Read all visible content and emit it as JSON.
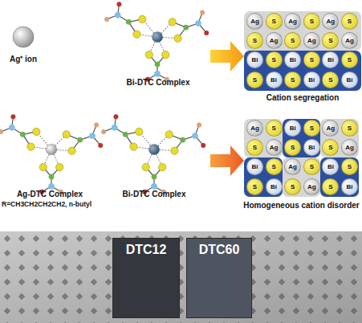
{
  "diagram": {
    "nodes": [
      {
        "text": [
          "Ag"
        ]
      },
      {
        "text": [
          "S"
        ]
      },
      {
        "text": [
          "Ag"
        ]
      },
      {
        "text": [
          "S"
        ]
      },
      {
        "text": [
          "Ag"
        ]
      },
      {
        "text": [
          "S"
        ]
      },
      {
        "text": [
          "S"
        ]
      },
      {
        "text": [
          "Ag"
        ]
      },
      {
        "text": [
          "S"
        ]
      },
      {
        "text": [
          "Ag"
        ]
      },
      {
        "text": [
          "S"
        ]
      },
      {
        "text": [
          "Ag"
        ]
      },
      {
        "text": [
          "Bi"
        ]
      },
      {
        "text": [
          "S"
        ]
      },
      {
        "text": [
          "Bi"
        ]
      },
      {
        "text": [
          "S"
        ]
      },
      {
        "text": [
          "Bi"
        ]
      },
      {
        "text": [
          "S"
        ]
      },
      {
        "text": [
          "S"
        ]
      },
      {
        "text": [
          "Bi"
        ]
      },
      {
        "text": [
          "S"
        ]
      },
      {
        "text": [
          "Bi"
        ]
      },
      {
        "text": [
          "S"
        ]
      },
      {
        "text": [
          "Bi"
        ]
      },
      {
        "text": [
          "Ag"
        ]
      },
      {
        "text": [
          "S"
        ]
      },
      {
        "text": [
          "Bi"
        ]
      },
      {
        "text": [
          "S"
        ]
      },
      {
        "text": [
          "Ag"
        ]
      },
      {
        "text": [
          "S"
        ]
      },
      {
        "text": [
          "S"
        ]
      },
      {
        "text": [
          "Ag"
        ]
      },
      {
        "text": [
          "S"
        ]
      },
      {
        "text": [
          "Bi"
        ]
      },
      {
        "text": [
          "S"
        ]
      },
      {
        "text": [
          "Ag"
        ]
      },
      {
        "text": [
          "Bi"
        ]
      },
      {
        "text": [
          "S"
        ]
      },
      {
        "text": [
          "Ag"
        ]
      },
      {
        "text": [
          "S"
        ]
      },
      {
        "text": [
          "Bi"
        ]
      },
      {
        "text": [
          "S"
        ]
      },
      {
        "text": [
          "S"
        ]
      },
      {
        "text": [
          "Bi"
        ]
      },
      {
        "text": [
          "S"
        ]
      },
      {
        "text": [
          "Ag"
        ]
      },
      {
        "text": [
          "S"
        ]
      },
      {
        "text": [
          "Bi"
        ]
      },
      {
        "text": [
          "DTC12"
        ]
      },
      {
        "text": [
          "DTC60"
        ]
      }
    ],
    "labels": [
      "Ag⁺ ion",
      "Bi-DTC Complex",
      "Cation segregation",
      "Ag-DTC Complex",
      "R=CH3CH2CH2CH2, n-butyl",
      "Bi-DTC Complex",
      "Homogeneous cation disorder"
    ]
  }
}
